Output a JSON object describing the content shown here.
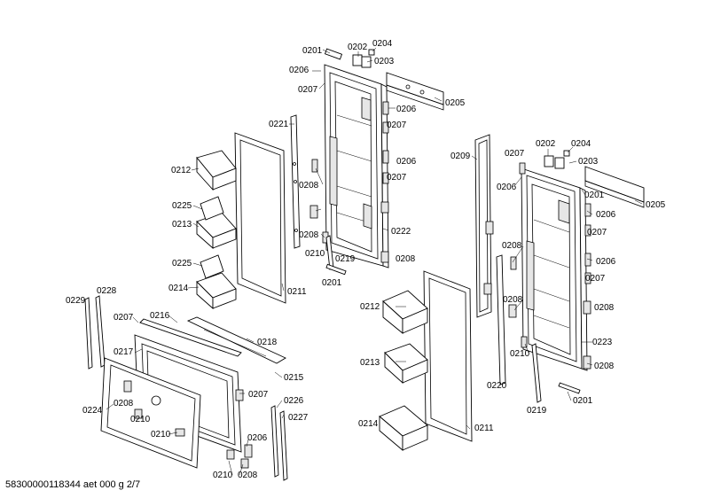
{
  "diagram": {
    "footer_text": "58300000118344 aet 000 g 2/7",
    "part_labels": [
      "0201",
      "0202",
      "0204",
      "0203",
      "0206",
      "0207",
      "0205",
      "0206",
      "0207",
      "0221",
      "0206",
      "0212",
      "0207",
      "0208",
      "0225",
      "0213",
      "0222",
      "0208",
      "0208",
      "0210",
      "0219",
      "0225",
      "0201",
      "0214",
      "0211",
      "0229",
      "0228",
      "0207",
      "0216",
      "0218",
      "0217",
      "0215",
      "0207",
      "0208",
      "0226",
      "0224",
      "0210",
      "0227",
      "0210",
      "0206",
      "0210",
      "0208",
      "0209",
      "0207",
      "0202",
      "0204",
      "0203",
      "0206",
      "0201",
      "0206",
      "0205",
      "0207",
      "0208",
      "0206",
      "0207",
      "0212",
      "0208",
      "0208",
      "0223",
      "0210",
      "0213",
      "0208",
      "0220",
      "0219",
      "0201",
      "0214",
      "0211"
    ]
  }
}
